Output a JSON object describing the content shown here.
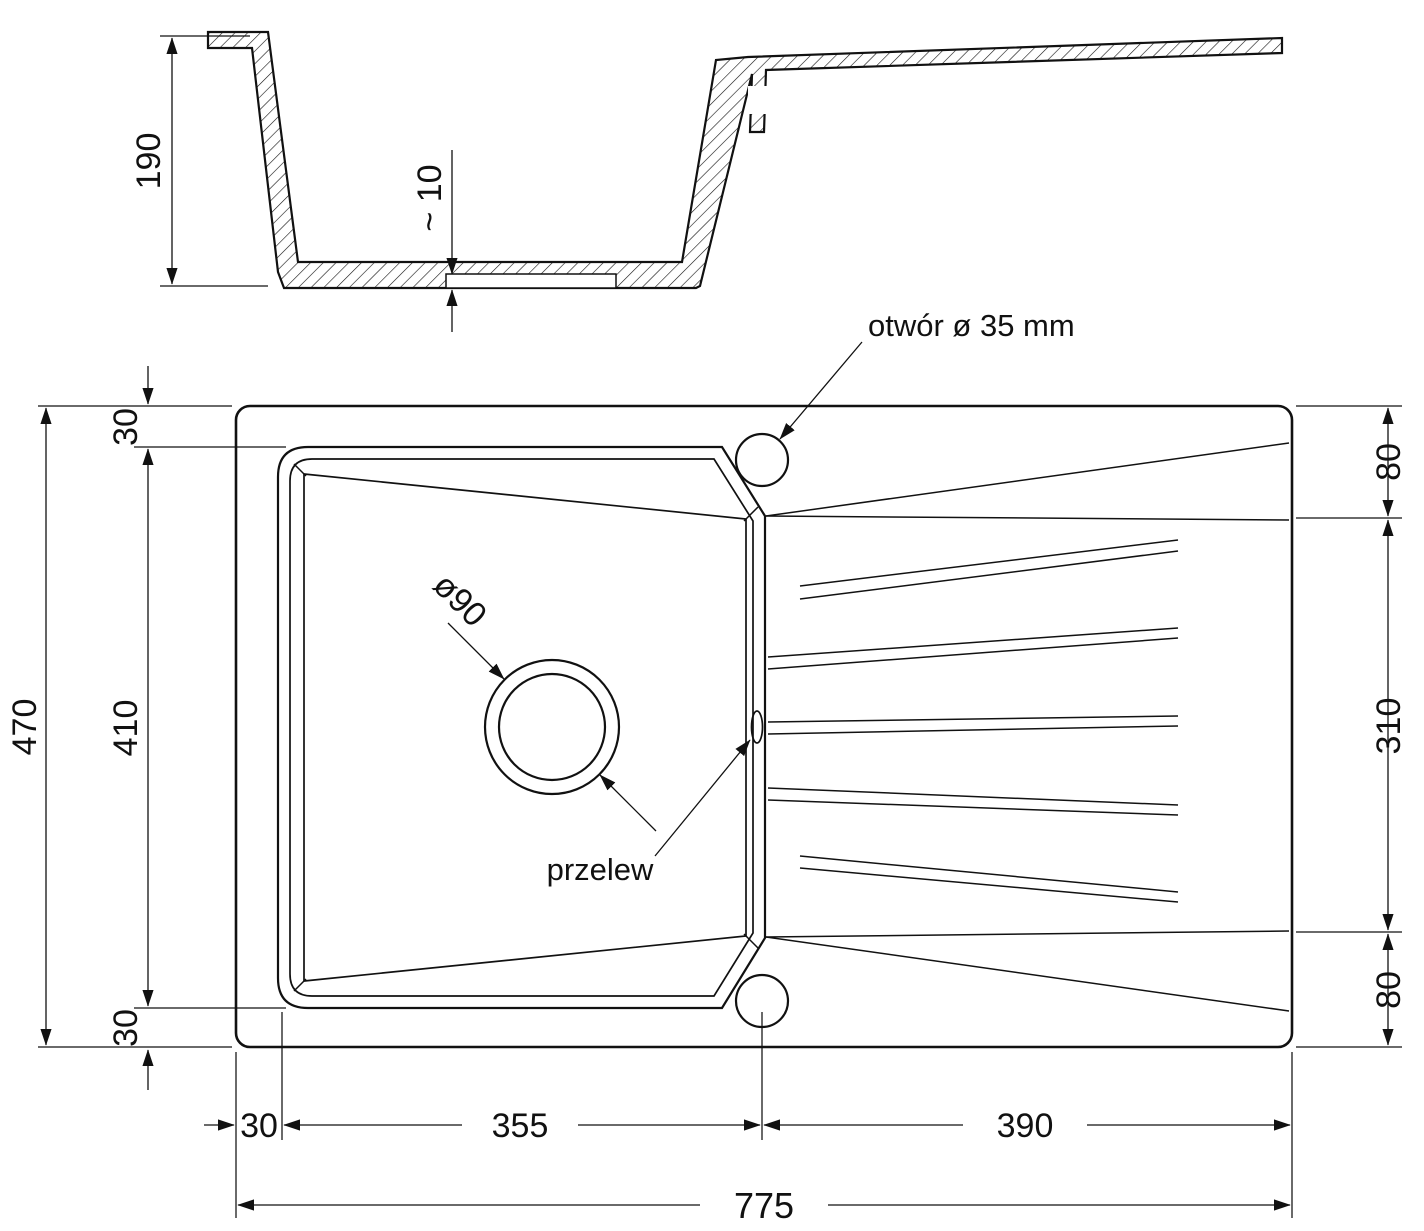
{
  "drawing": {
    "annotations": {
      "hole_note": "otwór ø 35 mm",
      "overflow_label": "przelew",
      "drain_diameter": "ø90"
    },
    "section": {
      "height": "190",
      "bottom_thickness": "~ 10"
    },
    "plan": {
      "overall_depth": "470",
      "bowl_depth": "410",
      "rim_top": "30",
      "rim_bottom": "30",
      "rim_left": "30",
      "bowl_width": "355",
      "drainer_width": "390",
      "overall_width": "775",
      "drainer_right_top": "80",
      "drainer_right_height": "310",
      "drainer_right_bottom": "80"
    }
  }
}
